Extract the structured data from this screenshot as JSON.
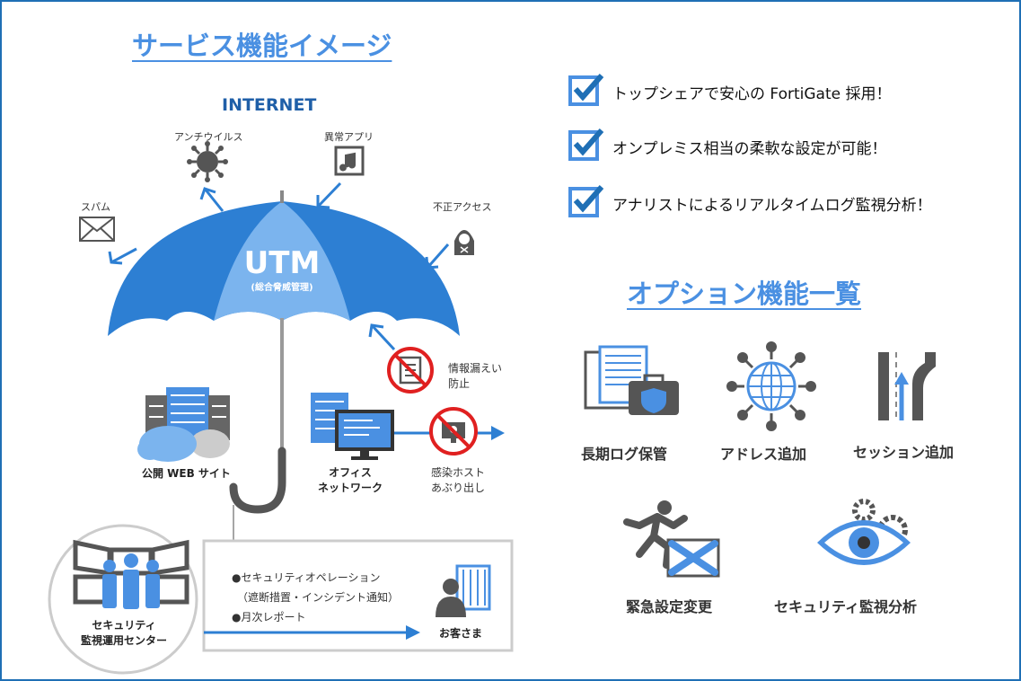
{
  "service_title": "サービス機能イメージ",
  "internet_label": "INTERNET",
  "threats": {
    "antivirus": "アンチウイルス",
    "abnormal_app": "異常アプリ",
    "spam": "スパム",
    "unauthorized": "不正アクセス"
  },
  "umbrella": {
    "title": "UTM",
    "subtitle": "(総合脅威管理)"
  },
  "leak_prevention": [
    "情報漏えい",
    "防止"
  ],
  "public_web": "公開 WEB サイト",
  "office_network": [
    "オフィス",
    "ネットワーク"
  ],
  "infected_host": [
    "感染ホスト",
    "あぶり出し"
  ],
  "soc": {
    "label": [
      "セキュリティ",
      "監視運用センター"
    ],
    "items": [
      "●セキュリティオペレーション",
      "（遮断措置・インシデント通知）",
      "●月次レポート"
    ],
    "customer": "お客さま"
  },
  "features": [
    "トップシェアで安心の FortiGate 採用！",
    "オンプレミス相当の柔軟な設定が可能！",
    "アナリストによるリアルタイムログ監視分析！"
  ],
  "options_title": "オプション機能一覧",
  "options": {
    "log_retention": "長期ログ保管",
    "add_address": "アドレス追加",
    "add_session": "セッション追加",
    "emergency_change": "緊急設定変更",
    "security_analysis": "セキュリティ監視分析"
  },
  "colors": {
    "accent": "#4a90e2",
    "umbrella_dark": "#2d7fd3",
    "umbrella_light": "#7bb4ee",
    "prohibit_red": "#e02020",
    "frame": "#1f6fb5"
  }
}
